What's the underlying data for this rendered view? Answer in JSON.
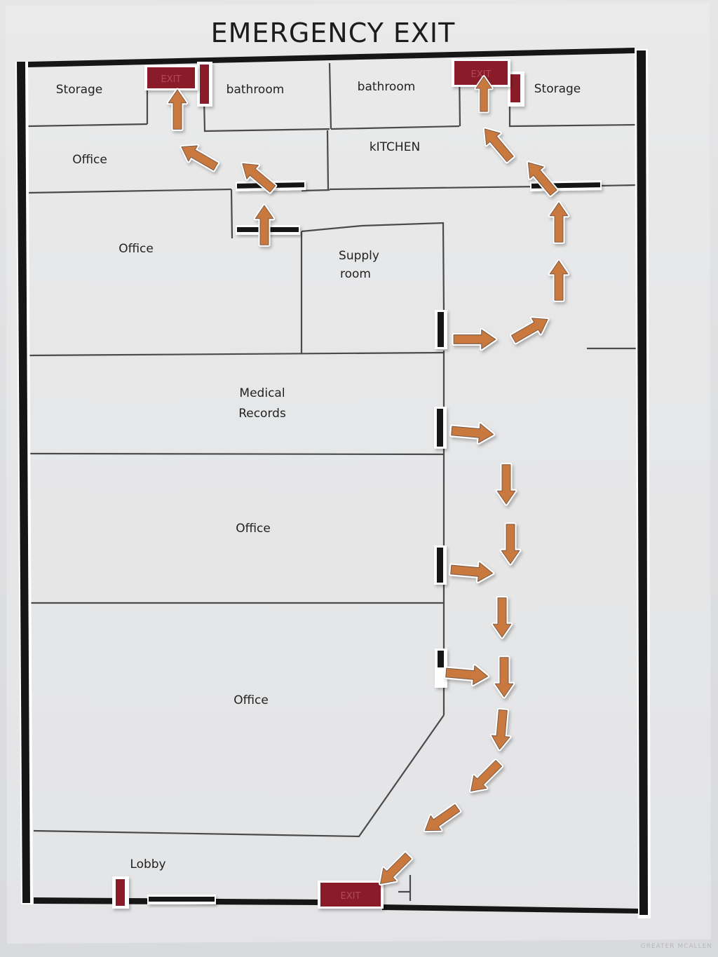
{
  "title": "EMERGENCY EXIT",
  "rooms": {
    "storage_left": "Storage",
    "bathroom_left": "bathroom",
    "bathroom_right": "bathroom",
    "storage_right": "Storage",
    "office_top_left": "Office",
    "kitchen": "kITCHEN",
    "office_left": "Office",
    "supply_line1": "Supply",
    "supply_line2": "room",
    "medical_line1": "Medical",
    "medical_line2": "Records",
    "office_middle": "Office",
    "office_lower": "Office",
    "lobby": "Lobby"
  },
  "exit_signs": {
    "left": "EXIT",
    "right": "EXIT",
    "bottom": "EXIT"
  },
  "watermark": "GREATER MCALLEN",
  "colors": {
    "arrow": "#c9793d",
    "exit_sign": "#8a1f2c",
    "wall": "#161616",
    "line": "#4a4a4a"
  }
}
